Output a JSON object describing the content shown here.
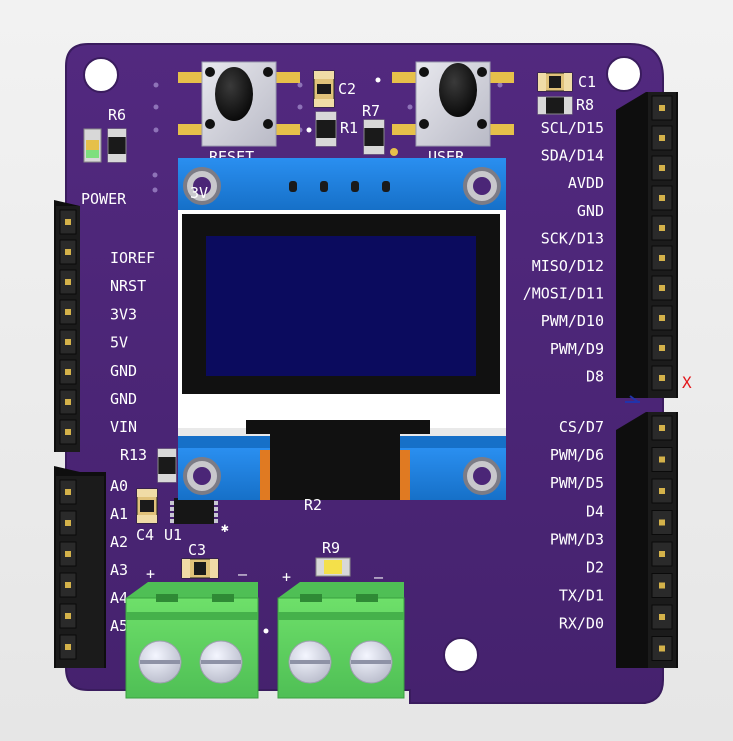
{
  "board": {
    "colors": {
      "pcb": "#4b2677",
      "pcb_edge": "#3a1c5e",
      "silkscreen": "#ffffff",
      "header": "#151515",
      "oled_frame": "#1e7fd8",
      "oled_panel": "#ffffff",
      "oled_screen": "#0b0b5e",
      "terminal_block": "#5ecf5e",
      "marker_red": "#e3171b",
      "marker_blue": "#2233aa"
    },
    "labels": {
      "reset": "RESET",
      "user": "USER",
      "power": "POWER",
      "r6": "R6",
      "c2": "C2",
      "r1": "R1",
      "r7": "R7",
      "c1": "C1",
      "r8": "R8",
      "r13": "R13",
      "c4": "C4",
      "u1": "U1",
      "c3": "C3",
      "r9": "R9",
      "r2": "R2",
      "oled_3v": "3V",
      "plus_left": "+",
      "minus_left": "–",
      "plus_right": "+",
      "minus_right": "–",
      "axis_x": "X"
    },
    "left_header_top": [
      "IOREF",
      "NRST",
      "3V3",
      "5V",
      "GND",
      "GND",
      "VIN"
    ],
    "left_header_bottom": [
      "A0",
      "A1",
      "A2",
      "A3",
      "A4",
      "A5"
    ],
    "right_header_top": [
      "SCL/D15",
      "SDA/D14",
      "AVDD",
      "GND",
      "SCK/D13",
      "MISO/D12",
      "/MOSI/D11",
      "PWM/D10",
      "PWM/D9",
      "D8"
    ],
    "right_header_bottom": [
      "CS/D7",
      "PWM/D6",
      "PWM/D5",
      "D4",
      "PWM/D3",
      "D2",
      "TX/D1",
      "RX/D0"
    ]
  }
}
